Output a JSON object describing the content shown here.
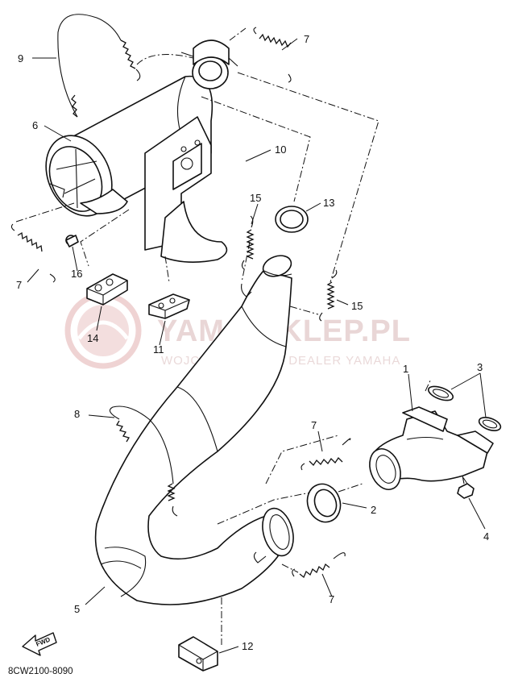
{
  "watermark": {
    "title": "YAMA-SKLEP.PL",
    "subtitle": "WOJCIECHOWICZ | DEALER YAMAHA",
    "color": "#e9c9c9"
  },
  "diagram_code": "8CW2100-8090",
  "fwd_label": "FWD",
  "callouts": {
    "c1": "1",
    "c2": "2",
    "c3": "3",
    "c4": "4",
    "c5": "5",
    "c6": "6",
    "c7a": "7",
    "c7b": "7",
    "c7c": "7",
    "c7d": "7",
    "c8": "8",
    "c9": "9",
    "c11": "11",
    "c12": "12",
    "c13": "13",
    "c14": "14",
    "c15a": "15",
    "c15b": "15",
    "c16": "16"
  }
}
